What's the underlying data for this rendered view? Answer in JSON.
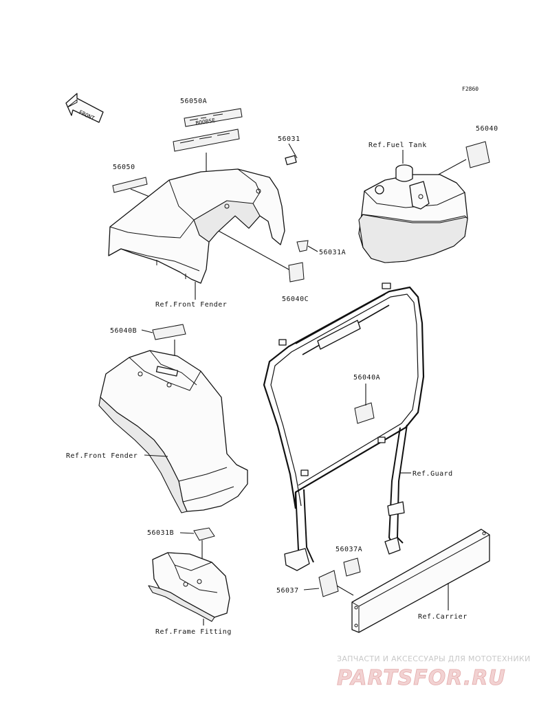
{
  "figure_code": "F2860",
  "front_arrow": "FRONT",
  "labels": {
    "p56050A": "56050A",
    "p56050": "56050",
    "p56031": "56031",
    "p56040": "56040",
    "ref_fuel_tank": "Ref.Fuel Tank",
    "p56031A": "56031A",
    "p56040C": "56040C",
    "ref_front_fender_1": "Ref.Front Fender",
    "p56040B": "56040B",
    "p56040A": "56040A",
    "ref_front_fender_2": "Ref.Front Fender",
    "ref_guard": "Ref.Guard",
    "p56031B": "56031B",
    "p56037A": "56037A",
    "p56037": "56037",
    "ref_carrier": "Ref.Carrier",
    "ref_frame_fitting": "Ref.Frame Fitting"
  },
  "watermark": {
    "tagline": "ЗАПЧАСТИ И АКСЕССУАРЫ ДЛЯ МОТОТЕХНИКИ",
    "logo": "PARTSFOR.RU"
  }
}
